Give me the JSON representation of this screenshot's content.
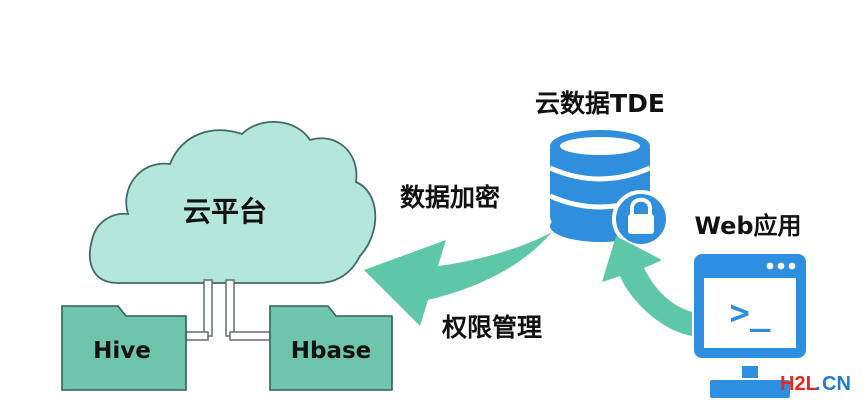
{
  "diagram": {
    "cloud_label": "云平台",
    "hive_label": "Hive",
    "hbase_label": "Hbase",
    "tde_label": "云数据TDE",
    "encrypt_label": "数据加密",
    "access_label": "权限管理",
    "web_label": "Web应用",
    "terminal_prompt": ">_"
  },
  "watermark": {
    "h2l": "H2L",
    "dot": ".",
    "cn": "CN"
  },
  "colors": {
    "cloud_fill": "#b4e6db",
    "cloud_stroke": "#3f6b6b",
    "folder_fill": "#6fc5ac",
    "arrow_fill": "#5ec7a7",
    "db_fill": "#2f8fdc",
    "window_fill": "#2e8fe0",
    "window_screen": "#ffffff",
    "watermark_red": "#e8261b",
    "watermark_blue": "#1f7ad4"
  },
  "icons": {
    "database": "database-icon",
    "lock": "lock-icon",
    "terminal": "terminal-window-icon",
    "network": "network-icon"
  }
}
